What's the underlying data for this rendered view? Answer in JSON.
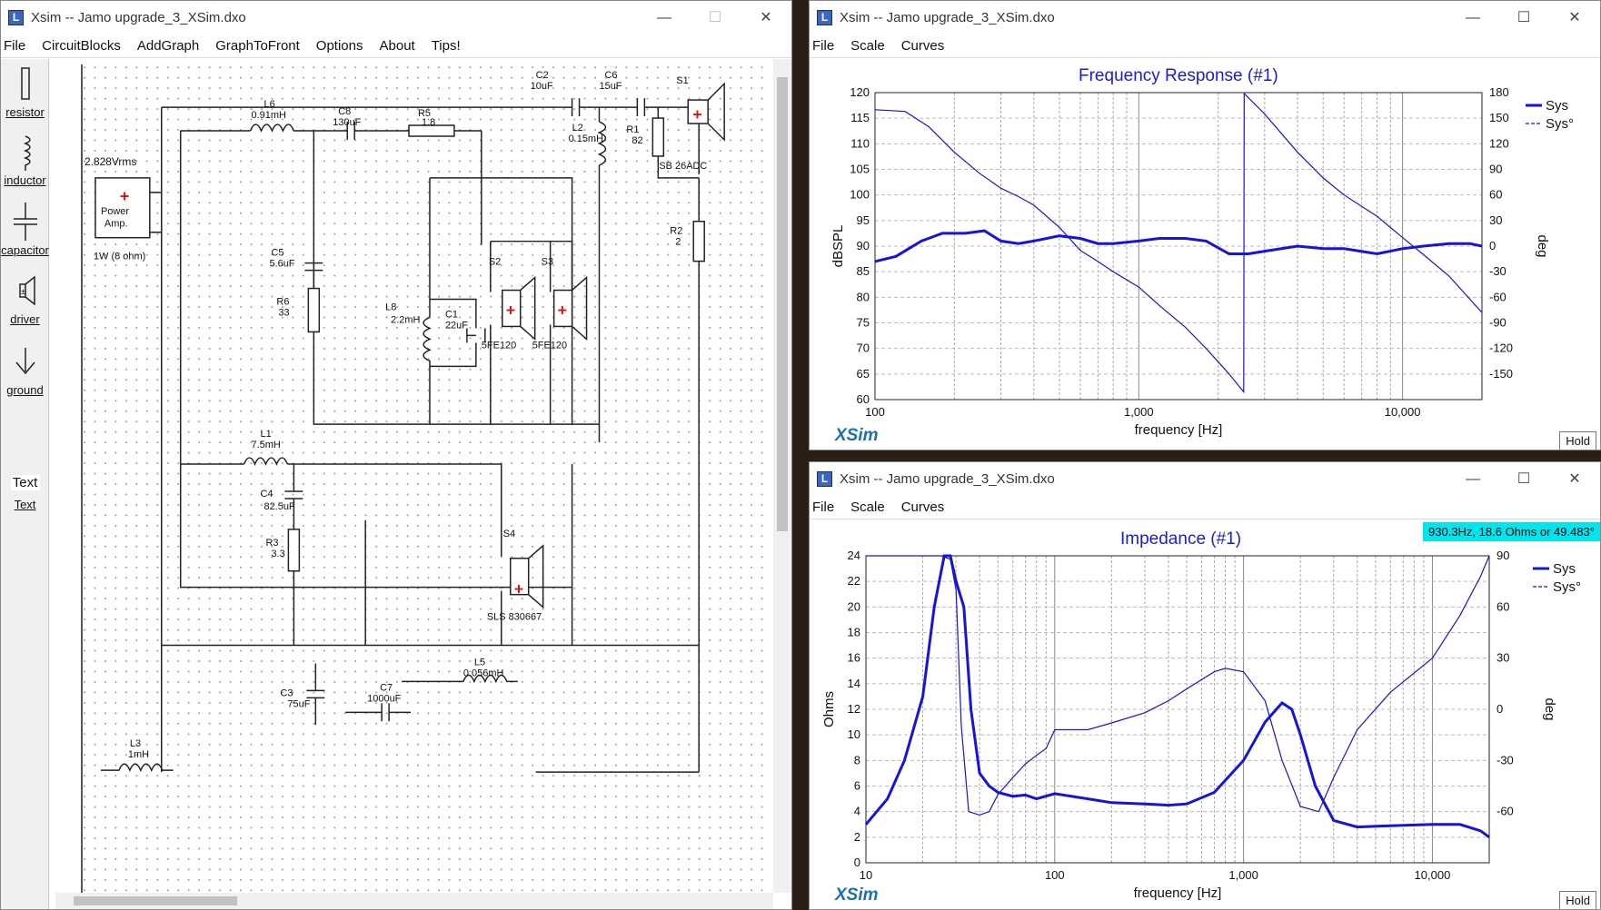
{
  "schematic_window": {
    "title": "Xsim -- Jamo upgrade_3_XSim.dxo",
    "menu": [
      "File",
      "CircuitBlocks",
      "AddGraph",
      "GraphToFront",
      "Options",
      "About",
      "Tips!"
    ],
    "tools": [
      "resistor",
      "inductor",
      "capacitor",
      "driver",
      "ground",
      "Text",
      "Text"
    ],
    "labels": {
      "amp_voltage": "2.828Vrms",
      "amp_name1": "Power",
      "amp_name2": "Amp.",
      "amp_power": "1W (8 ohm)",
      "l6": "L6",
      "l6v": "0.91mH",
      "c8": "C8",
      "c8v": "130uF",
      "r5": "R5",
      "r5v": "1.8",
      "c2": "C2",
      "c2v": "10uF",
      "c6": "C6",
      "c6v": "15uF",
      "l2": "L2",
      "l2v": "0.15mH",
      "r1": "R1",
      "r1v": "82",
      "s1": "S1",
      "s1v": "SB 26ADC",
      "r2": "R2",
      "r2v": "2",
      "c5": "C5",
      "c5v": "5.6uF",
      "r6": "R6",
      "r6v": "33",
      "l8": "L8",
      "l8v": "2.2mH",
      "c1": "C1",
      "c1v": "22uF",
      "s2": "S2",
      "s2v": "5FE120",
      "s3": "S3",
      "s3v": "5FE120",
      "l1": "L1",
      "l1v": "7.5mH",
      "c4": "C4",
      "c4v": "82.5uF",
      "r3": "R3",
      "r3v": "3.3",
      "s4": "S4",
      "s4v": "SLS 830667",
      "l5": "L5",
      "l5v": "0.056mH",
      "c3": "C3",
      "c3v": "75uF",
      "c7": "C7",
      "c7v": "1000uF",
      "l3": "L3",
      "l3v": "1mH"
    }
  },
  "fr_window": {
    "title": "Xsim -- Jamo upgrade_3_XSim.dxo",
    "menu": [
      "File",
      "Scale",
      "Curves"
    ],
    "plot_title": "Frequency Response (#1)",
    "brand": "XSim",
    "hold": "Hold",
    "xlabel": "frequency [Hz]",
    "ylabel": "dBSPL",
    "y2label": "deg",
    "legend": [
      "Sys",
      "Sys°"
    ]
  },
  "imp_window": {
    "title": "Xsim -- Jamo upgrade_3_XSim.dxo",
    "menu": [
      "File",
      "Scale",
      "Curves"
    ],
    "plot_title": "Impedance (#1)",
    "brand": "XSim",
    "hold": "Hold",
    "readout": "930.3Hz, 18.6 Ohms or 49.483°",
    "xlabel": "frequency [Hz]",
    "ylabel": "Ohms",
    "y2label": "deg",
    "legend": [
      "Sys",
      "Sys°"
    ]
  },
  "chart_data": [
    {
      "type": "line",
      "title": "Frequency Response (#1)",
      "xlabel": "frequency [Hz]",
      "ylabel": "dBSPL",
      "y2label": "deg",
      "xscale": "log",
      "xlim": [
        100,
        20000
      ],
      "ylim": [
        60,
        120
      ],
      "y2lim": [
        -180,
        180
      ],
      "x_ticks": [
        "100",
        "1,000",
        "10,000"
      ],
      "y_ticks": [
        "60",
        "65",
        "70",
        "75",
        "80",
        "85",
        "90",
        "95",
        "100",
        "105",
        "110",
        "115",
        "120"
      ],
      "y2_ticks": [
        "-150",
        "-120",
        "-90",
        "-60",
        "-30",
        "0",
        "30",
        "60",
        "90",
        "120",
        "150",
        "180"
      ],
      "grid": true,
      "legend_position": "right",
      "series": [
        {
          "name": "Sys",
          "axis": "left",
          "x": [
            100,
            120,
            150,
            180,
            220,
            260,
            300,
            350,
            400,
            500,
            600,
            700,
            800,
            1000,
            1200,
            1500,
            1800,
            2200,
            2600,
            3000,
            4000,
            5000,
            6000,
            8000,
            10000,
            12000,
            15000,
            18000,
            20000
          ],
          "y": [
            87,
            88,
            91,
            92.5,
            92.5,
            93,
            91,
            90.5,
            91,
            92,
            91.5,
            90.5,
            90.5,
            91,
            91.5,
            91.5,
            91,
            88.5,
            88.5,
            89,
            90,
            89.5,
            89.5,
            88.5,
            89.5,
            90,
            90.5,
            90.5,
            90
          ]
        },
        {
          "name": "Sys°",
          "axis": "right",
          "x": [
            100,
            130,
            160,
            200,
            250,
            300,
            350,
            400,
            500,
            600,
            700,
            800,
            1000,
            1200,
            1500,
            1800,
            2200,
            2500,
            2510,
            3000,
            4000,
            5000,
            6000,
            8000,
            10000,
            12000,
            15000,
            20000
          ],
          "y": [
            160,
            158,
            140,
            110,
            85,
            68,
            58,
            48,
            22,
            -5,
            -18,
            -30,
            -48,
            -70,
            -95,
            -120,
            -150,
            -171,
            179,
            155,
            110,
            80,
            60,
            35,
            10,
            -10,
            -35,
            -78
          ]
        }
      ]
    },
    {
      "type": "line",
      "title": "Impedance (#1)",
      "xlabel": "frequency [Hz]",
      "ylabel": "Ohms",
      "y2label": "deg",
      "xscale": "log",
      "xlim": [
        10,
        20000
      ],
      "ylim": [
        0,
        24
      ],
      "y2lim": [
        -90,
        90
      ],
      "x_ticks": [
        "10",
        "100",
        "1,000",
        "10,000"
      ],
      "y_ticks": [
        "0",
        "2",
        "4",
        "6",
        "8",
        "10",
        "12",
        "14",
        "16",
        "18",
        "20",
        "22",
        "24"
      ],
      "y2_ticks": [
        "-60",
        "-30",
        "0",
        "30",
        "60",
        "90"
      ],
      "grid": true,
      "legend_position": "right",
      "series": [
        {
          "name": "Sys",
          "axis": "left",
          "x": [
            10,
            13,
            16,
            20,
            23,
            26,
            28,
            30,
            33,
            36,
            40,
            45,
            50,
            60,
            70,
            80,
            100,
            150,
            200,
            300,
            400,
            500,
            700,
            1000,
            1300,
            1600,
            1800,
            2000,
            2400,
            3000,
            4000,
            6000,
            10000,
            14000,
            18000,
            20000
          ],
          "y": [
            3,
            5,
            8,
            13,
            20,
            24,
            24,
            22,
            20,
            12,
            7,
            6,
            5.5,
            5.2,
            5.3,
            5,
            5.4,
            5,
            4.7,
            4.6,
            4.5,
            4.6,
            5.5,
            8,
            11,
            12.5,
            12,
            10,
            6,
            3.3,
            2.8,
            2.9,
            3,
            3,
            2.5,
            2
          ]
        },
        {
          "name": "Sys°",
          "axis": "right",
          "x": [
            10,
            20,
            25,
            28,
            30,
            32,
            35,
            40,
            45,
            50,
            60,
            70,
            80,
            90,
            100,
            150,
            200,
            300,
            400,
            500,
            700,
            800,
            1000,
            1300,
            1600,
            2000,
            2500,
            3000,
            4000,
            6000,
            10000,
            14000,
            18000,
            20000
          ],
          "y": [
            90,
            90,
            90,
            88,
            70,
            -10,
            -60,
            -62,
            -60,
            -50,
            -40,
            -32,
            -27,
            -23,
            -12,
            -12,
            -8,
            -2,
            5,
            12,
            22,
            24,
            22,
            5,
            -30,
            -57,
            -60,
            -40,
            -12,
            10,
            30,
            55,
            78,
            90
          ]
        }
      ]
    }
  ]
}
